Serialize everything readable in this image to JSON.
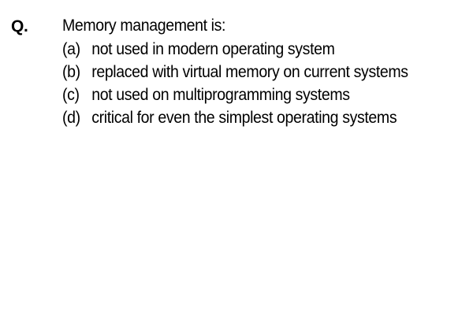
{
  "question": {
    "label": "Q.",
    "text": "Memory management is:",
    "options": [
      {
        "letter": "(a)",
        "text": "not used in modern operating system"
      },
      {
        "letter": "(b)",
        "text": "replaced with virtual memory on current systems"
      },
      {
        "letter": "(c)",
        "text": "not used on multiprogramming systems"
      },
      {
        "letter": "(d)",
        "text": "critical for even the simplest operating systems"
      }
    ]
  }
}
